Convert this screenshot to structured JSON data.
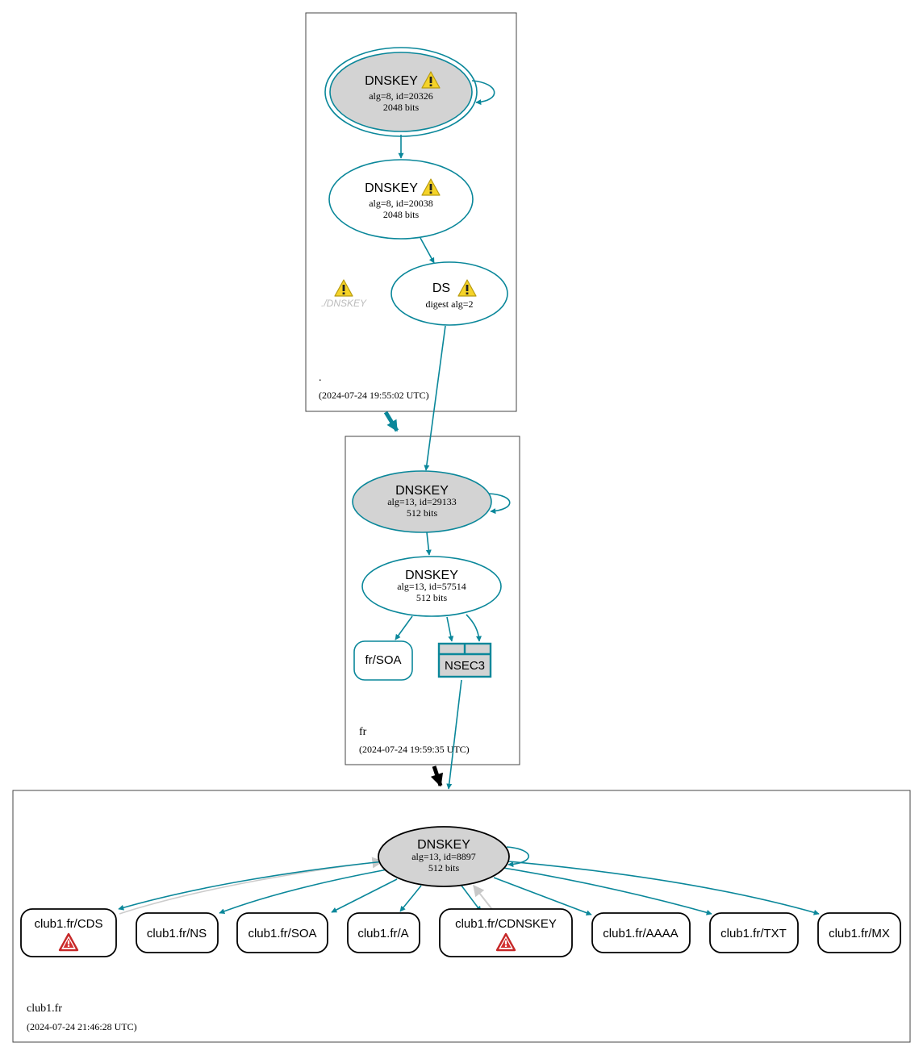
{
  "zones": {
    "root": {
      "name": ".",
      "timestamp": "(2024-07-24 19:55:02 UTC)"
    },
    "fr": {
      "name": "fr",
      "timestamp": "(2024-07-24 19:59:35 UTC)"
    },
    "club1": {
      "name": "club1.fr",
      "timestamp": "(2024-07-24 21:46:28 UTC)"
    }
  },
  "nodes": {
    "root_ksk": {
      "title": "DNSKEY",
      "line1": "alg=8, id=20326",
      "line2": "2048 bits"
    },
    "root_zsk": {
      "title": "DNSKEY",
      "line1": "alg=8, id=20038",
      "line2": "2048 bits"
    },
    "root_ds": {
      "title": "DS",
      "line1": "digest alg=2"
    },
    "root_dnskey_warning": {
      "label": "./DNSKEY"
    },
    "fr_ksk": {
      "title": "DNSKEY",
      "line1": "alg=13, id=29133",
      "line2": "512 bits"
    },
    "fr_zsk": {
      "title": "DNSKEY",
      "line1": "alg=13, id=57514",
      "line2": "512 bits"
    },
    "fr_soa": {
      "label": "fr/SOA"
    },
    "fr_nsec3": {
      "label": "NSEC3"
    },
    "club1_key": {
      "title": "DNSKEY",
      "line1": "alg=13, id=8897",
      "line2": "512 bits"
    },
    "club1_records": [
      {
        "label": "club1.fr/CDS"
      },
      {
        "label": "club1.fr/NS"
      },
      {
        "label": "club1.fr/SOA"
      },
      {
        "label": "club1.fr/A"
      },
      {
        "label": "club1.fr/CDNSKEY"
      },
      {
        "label": "club1.fr/AAAA"
      },
      {
        "label": "club1.fr/TXT"
      },
      {
        "label": "club1.fr/MX"
      }
    ]
  },
  "colors": {
    "edge": "#0a879a",
    "key_fill": "#d3d3d3",
    "zone_border": "#444444",
    "warning_fill": "#f5d328",
    "error_fill": "#d32f2f",
    "muted": "#c0c0c0"
  }
}
